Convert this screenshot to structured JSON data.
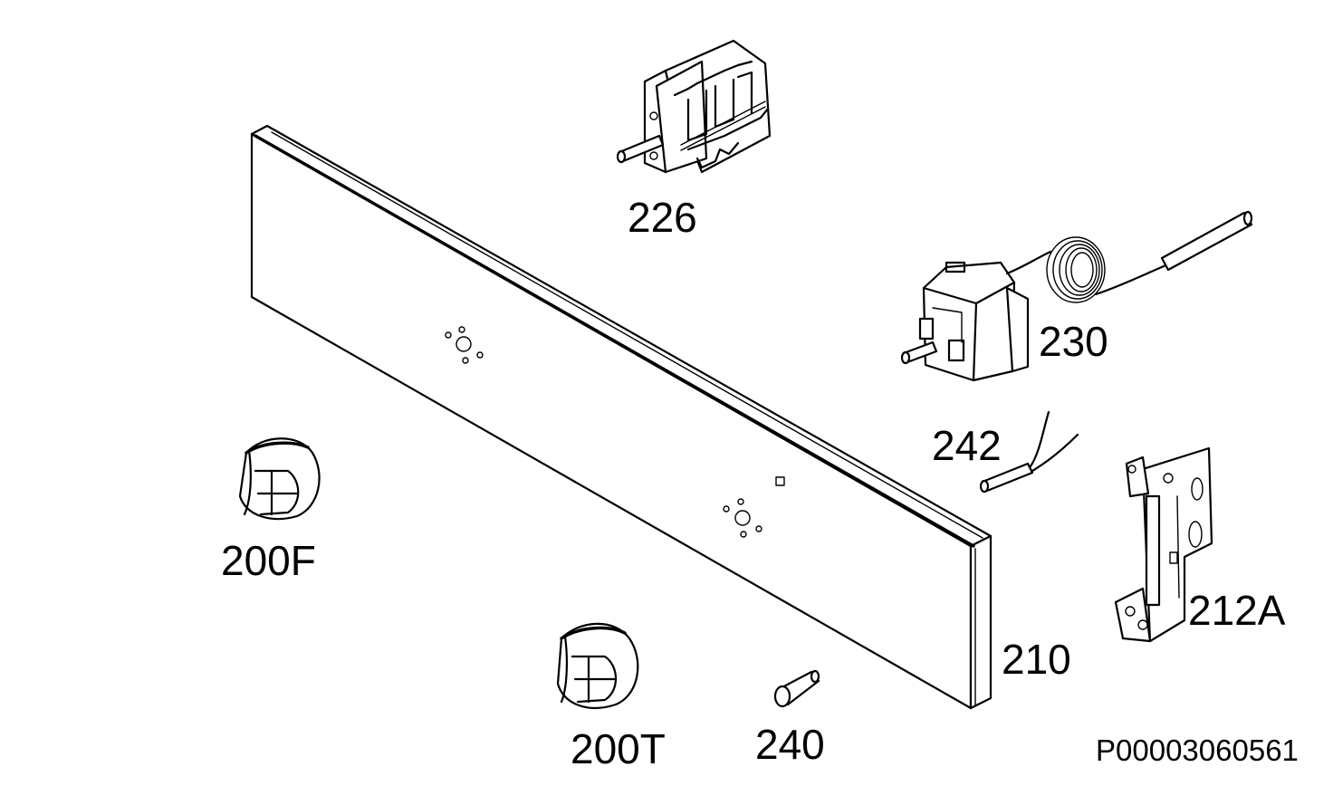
{
  "parts": {
    "knob_f": {
      "label": "200F"
    },
    "knob_t": {
      "label": "200T"
    },
    "control_panel": {
      "label": "210"
    },
    "bracket": {
      "label": "212A"
    },
    "selector_switch": {
      "label": "226"
    },
    "thermostat": {
      "label": "230"
    },
    "indicator_lamp": {
      "label": "240"
    },
    "temperature_sensor": {
      "label": "242"
    }
  },
  "drawing_number": "P00003060561"
}
